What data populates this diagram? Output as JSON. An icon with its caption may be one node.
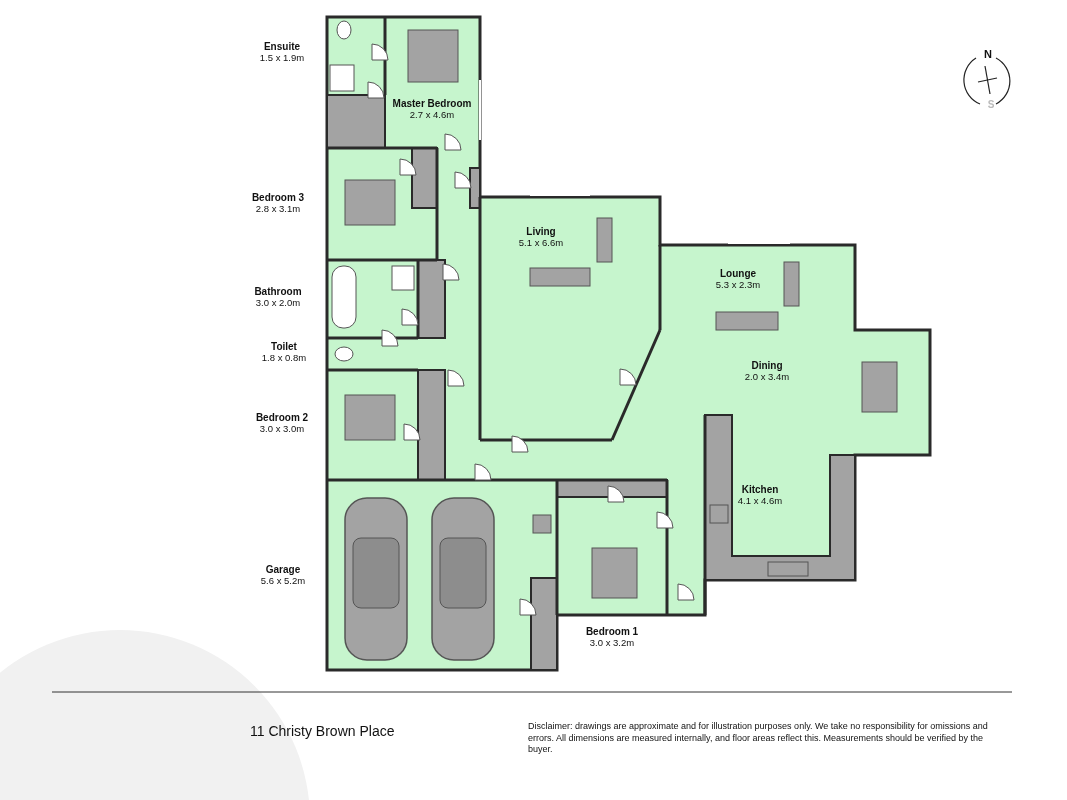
{
  "diagram": {
    "labels": [
      "Ensuite",
      "1.5 x 1.9m",
      "Master Bedroom",
      "2.7 x 4.6m",
      "N",
      "S",
      "Bedroom 3",
      "2.8 x 3.1m",
      "Living",
      "5.1 x 6.6m",
      "Lounge",
      "5.3 x 2.3m",
      "Bathroom",
      "3.0 x 2.0m",
      "Toilet",
      "1.8 x 0.8m",
      "Dining",
      "2.0 x 3.4m",
      "Bedroom 2",
      "3.0 x 3.0m",
      "Kitchen",
      "4.1 x 4.6m",
      "Garage",
      "5.6 x 5.2m",
      "Bedroom 1",
      "3.0 x 3.2m",
      "11 Christy Brown Place",
      "Disclaimer: drawings are approximate and for illustration purposes only. We take no responsibility for omissions and errors. All dimensions are measured internally, and floor areas reflect this. Measurements should be verified by the buyer."
    ]
  }
}
